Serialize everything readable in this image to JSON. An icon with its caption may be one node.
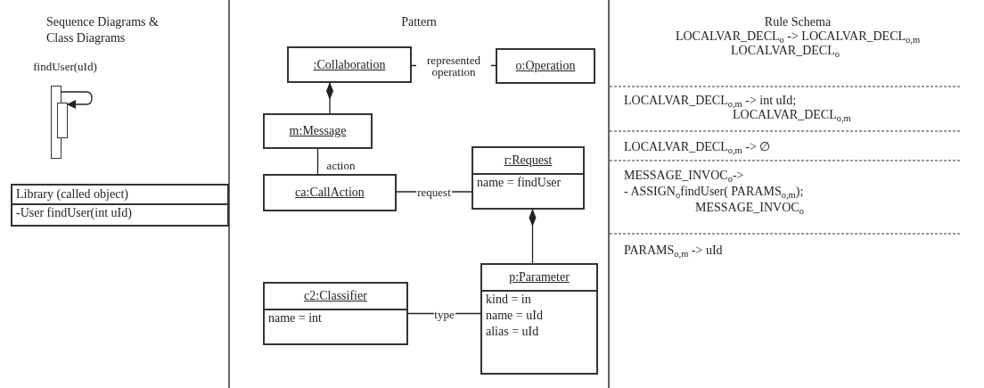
{
  "diagram": {
    "nodes": [
      {
        "text": [],
        "shape": "bar"
      },
      {
        "text": [],
        "shape": "bar"
      },
      {
        "text": [
          "Library (called object)",
          "-User findUser(int uId)"
        ]
      },
      {
        "text": [
          ":Collaboration"
        ]
      },
      {
        "text": [
          "o:Operation"
        ]
      },
      {
        "text": [
          "m:Message"
        ]
      },
      {
        "text": [
          "ca:CallAction"
        ]
      },
      {
        "text": [
          "r:Request",
          "name = findUser"
        ]
      },
      {
        "text": [
          "c2:Classifier",
          "name = int"
        ]
      },
      {
        "text": [
          "p:Parameter",
          "kind = in",
          "name = uId",
          "alias = uId"
        ]
      }
    ],
    "edges": [
      {
        "from": 0,
        "to": 1,
        "arrow": "to",
        "label": "findUser(uId)"
      },
      {
        "from": 3,
        "to": 4,
        "arrow": "none",
        "label": "represented operation"
      },
      {
        "from": 5,
        "to": 3,
        "arrow": "other"
      },
      {
        "from": 5,
        "to": 6,
        "arrow": "none",
        "label": "action"
      },
      {
        "from": 6,
        "to": 7,
        "arrow": "none",
        "label": "request"
      },
      {
        "from": 9,
        "to": 7,
        "arrow": "other"
      },
      {
        "from": 8,
        "to": 9,
        "arrow": "none",
        "label": "type"
      }
    ],
    "labels": [
      "Sequence Diagrams & Class Diagrams",
      "Pattern",
      "Rule Schema",
      "LOCALVAR_DECL$_{o}$ -> LOCALVAR_DECL$_{o,m}$",
      "LOCALVAR_DECL$_{o}$",
      "LOCALVAR_DECL$_{o,m}$ -> int uId;",
      "LOCALVAR_DECL$_{o,m}$",
      "LOCALVAR_DECL$_{o,m}$ -> ∅",
      "MESSAGE_INVOC$_{o}$->",
      "- ASSIGN$_{o}$findUser( PARAMS$_{o,m}$);",
      "MESSAGE_INVOC$_{o}$",
      "PARAMS$_{o,m}$ -> uId"
    ]
  }
}
